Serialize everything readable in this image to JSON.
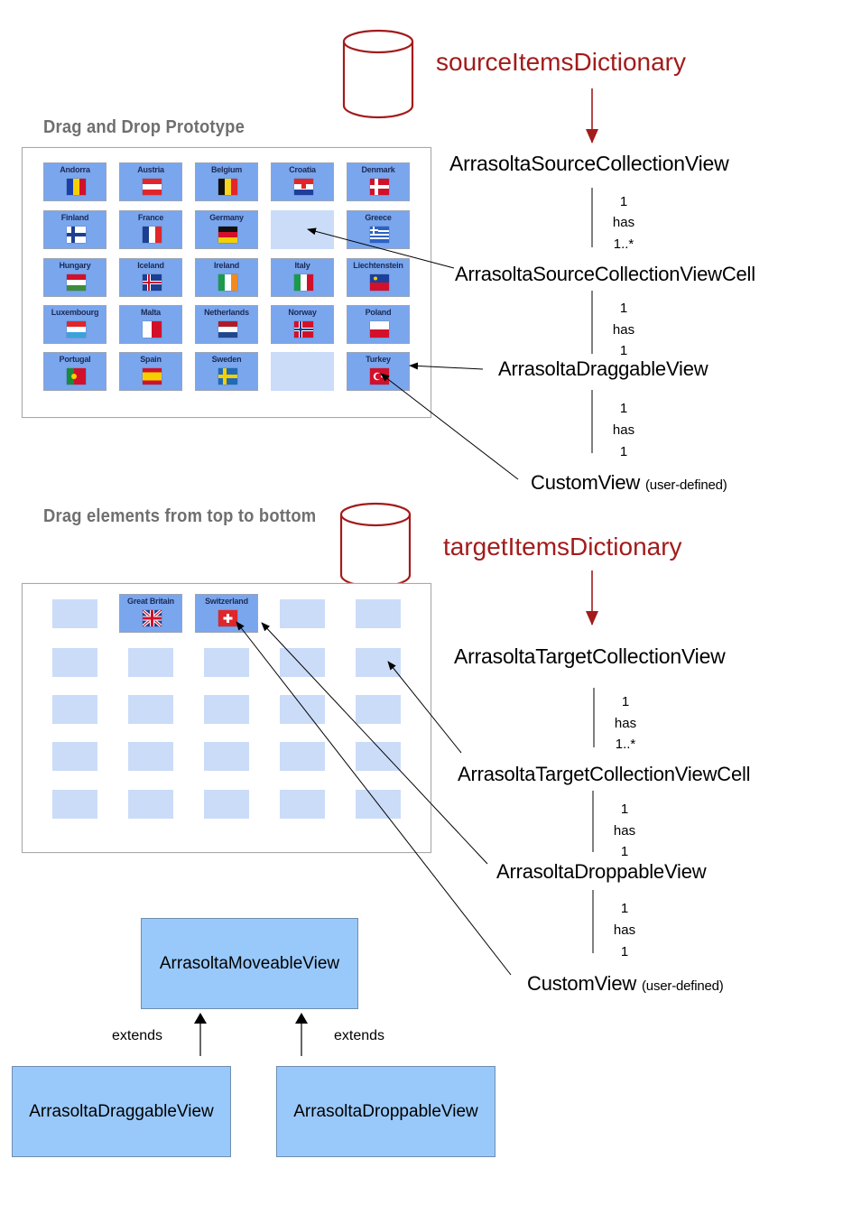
{
  "source": {
    "dictionary_label": "sourceItemsDictionary",
    "heading": "Drag and Drop Prototype",
    "countries": [
      {
        "name": "Andorra",
        "flag": "andorra"
      },
      {
        "name": "Austria",
        "flag": "austria"
      },
      {
        "name": "Belgium",
        "flag": "belgium"
      },
      {
        "name": "Croatia",
        "flag": "croatia"
      },
      {
        "name": "Denmark",
        "flag": "denmark"
      },
      {
        "name": "Finland",
        "flag": "finland"
      },
      {
        "name": "France",
        "flag": "france"
      },
      {
        "name": "Germany",
        "flag": "germany"
      },
      {
        "name": "",
        "flag": ""
      },
      {
        "name": "Greece",
        "flag": "greece"
      },
      {
        "name": "Hungary",
        "flag": "hungary"
      },
      {
        "name": "Iceland",
        "flag": "iceland"
      },
      {
        "name": "Ireland",
        "flag": "ireland"
      },
      {
        "name": "Italy",
        "flag": "italy"
      },
      {
        "name": "Liechtenstein",
        "flag": "liechtenstein"
      },
      {
        "name": "Luxembourg",
        "flag": "luxembourg"
      },
      {
        "name": "Malta",
        "flag": "malta"
      },
      {
        "name": "Netherlands",
        "flag": "netherlands"
      },
      {
        "name": "Norway",
        "flag": "norway"
      },
      {
        "name": "Poland",
        "flag": "poland"
      },
      {
        "name": "Portugal",
        "flag": "portugal"
      },
      {
        "name": "Spain",
        "flag": "spain"
      },
      {
        "name": "Sweden",
        "flag": "sweden"
      },
      {
        "name": "",
        "flag": ""
      },
      {
        "name": "Turkey",
        "flag": "turkey"
      }
    ],
    "collection_view": "ArrasoltaSourceCollectionView",
    "cell": "ArrasoltaSourceCollectionViewCell",
    "draggable_view": "ArrasoltaDraggableView",
    "custom_view": "CustomView",
    "custom_view_note": "(user-defined)",
    "rel1": [
      "1",
      "has",
      "1..*"
    ],
    "rel2": [
      "1",
      "has",
      "1"
    ],
    "rel3": [
      "1",
      "has",
      "1"
    ]
  },
  "target": {
    "dictionary_label": "targetItemsDictionary",
    "heading": "Drag elements from top to bottom",
    "items": [
      {
        "name": "",
        "flag": ""
      },
      {
        "name": "Great Britain",
        "flag": "greatbritain"
      },
      {
        "name": "Switzerland",
        "flag": "switzerland"
      }
    ],
    "collection_view": "ArrasoltaTargetCollectionView",
    "cell": "ArrasoltaTargetCollectionViewCell",
    "droppable_view": "ArrasoltaDroppableView",
    "custom_view": "CustomView",
    "custom_view_note": "(user-defined)",
    "rel1": [
      "1",
      "has",
      "1..*"
    ],
    "rel2": [
      "1",
      "has",
      "1"
    ],
    "rel3": [
      "1",
      "has",
      "1"
    ]
  },
  "inheritance": {
    "base": "ArrasoltaMoveableView",
    "left_child": "ArrasoltaDraggableView",
    "right_child": "ArrasoltaDroppableView",
    "left_edge": "extends",
    "right_edge": "extends"
  },
  "colors": {
    "dictionary": "#a31b1b",
    "cell_filled": "#7aa6ee",
    "cell_empty": "#cbdcf8",
    "class_box": "#99c9fa"
  }
}
